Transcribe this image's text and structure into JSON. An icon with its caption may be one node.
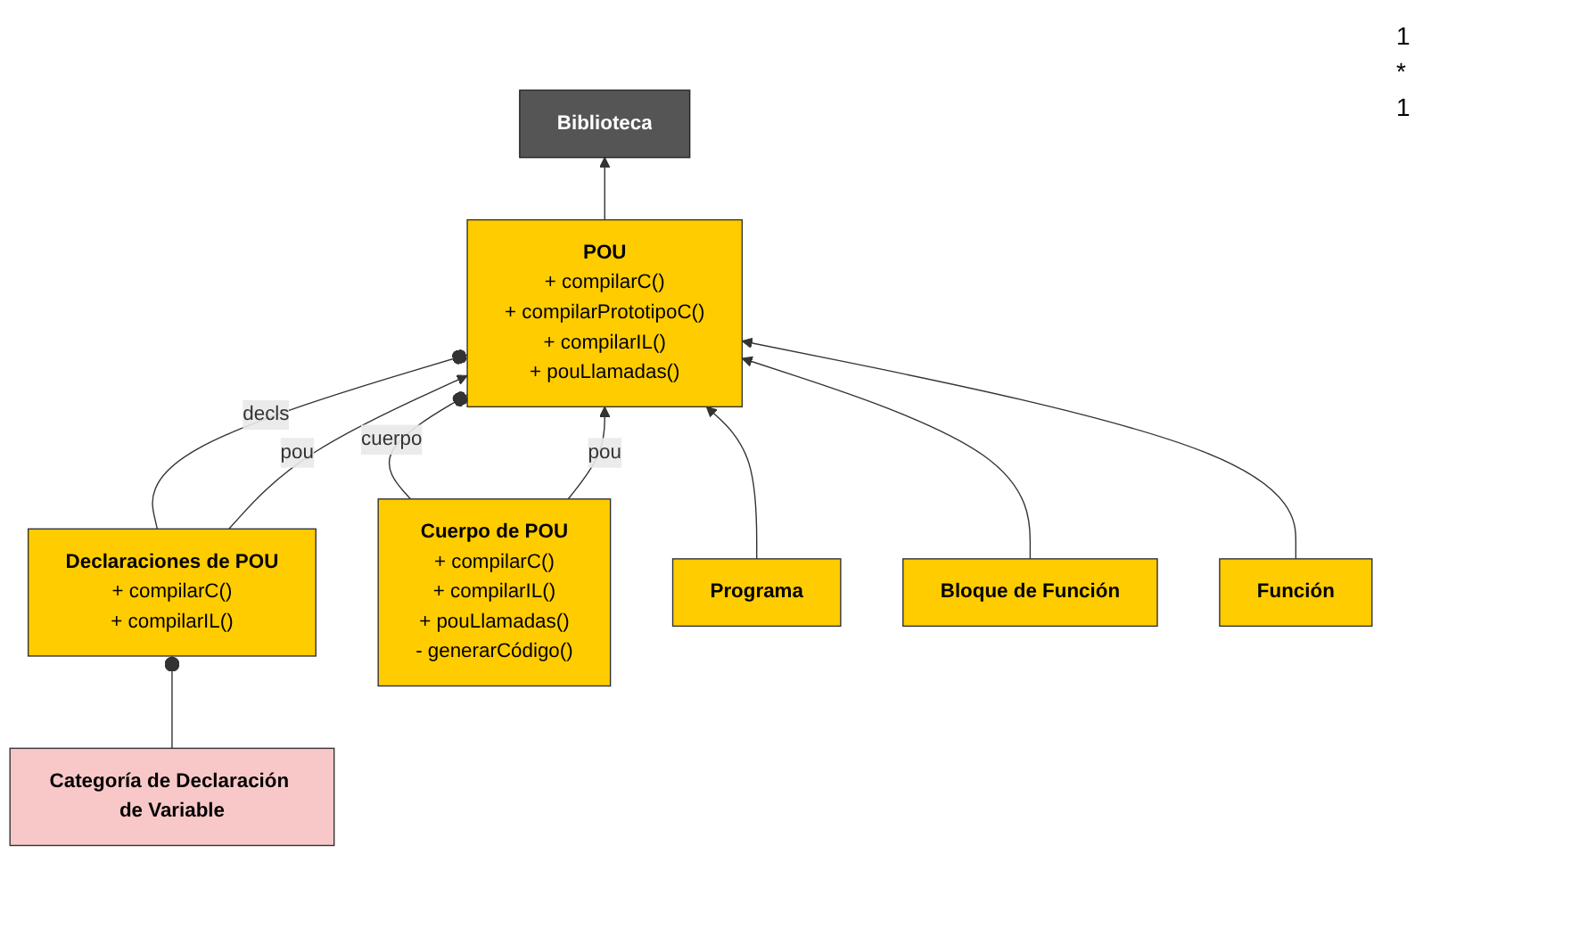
{
  "diagram": {
    "nodes": [
      {
        "text": [
          "POU",
          "+ compilarC()",
          "+ compilarPrototipoC()",
          "+ compilarIL()",
          "+ pouLlamadas()"
        ]
      },
      {
        "text": [
          "Biblioteca"
        ]
      },
      {
        "text": [
          "Declaraciones de POU",
          "+ compilarC()",
          "+ compilarIL()"
        ]
      },
      {
        "text": [
          "Categoría de Declaración de Variable"
        ]
      },
      {
        "text": [
          "Cuerpo de POU",
          "+ compilarC()",
          "+ compilarIL()",
          "+ pouLlamadas()",
          "- generarCódigo()"
        ]
      },
      {
        "text": [
          "Programa"
        ]
      },
      {
        "text": [
          "Bloque de Función"
        ]
      },
      {
        "text": [
          "Función"
        ]
      }
    ],
    "edges": [
      {
        "from": 0,
        "to": 1,
        "arrow": "to"
      },
      {
        "from": 2,
        "to": 0,
        "arrow": "other",
        "label": "decls"
      },
      {
        "from": 2,
        "to": 0,
        "arrow": "to",
        "label": "pou"
      },
      {
        "from": 3,
        "to": 2,
        "arrow": "other"
      },
      {
        "from": 4,
        "to": 0,
        "arrow": "other",
        "label": "cuerpo"
      },
      {
        "from": 4,
        "to": 0,
        "arrow": "to",
        "label": "pou"
      },
      {
        "from": 5,
        "to": 0,
        "arrow": "to"
      },
      {
        "from": 6,
        "to": 0,
        "arrow": "to"
      },
      {
        "from": 7,
        "to": 0,
        "arrow": "to"
      }
    ],
    "labels": [
      "1",
      "*",
      "1"
    ]
  }
}
